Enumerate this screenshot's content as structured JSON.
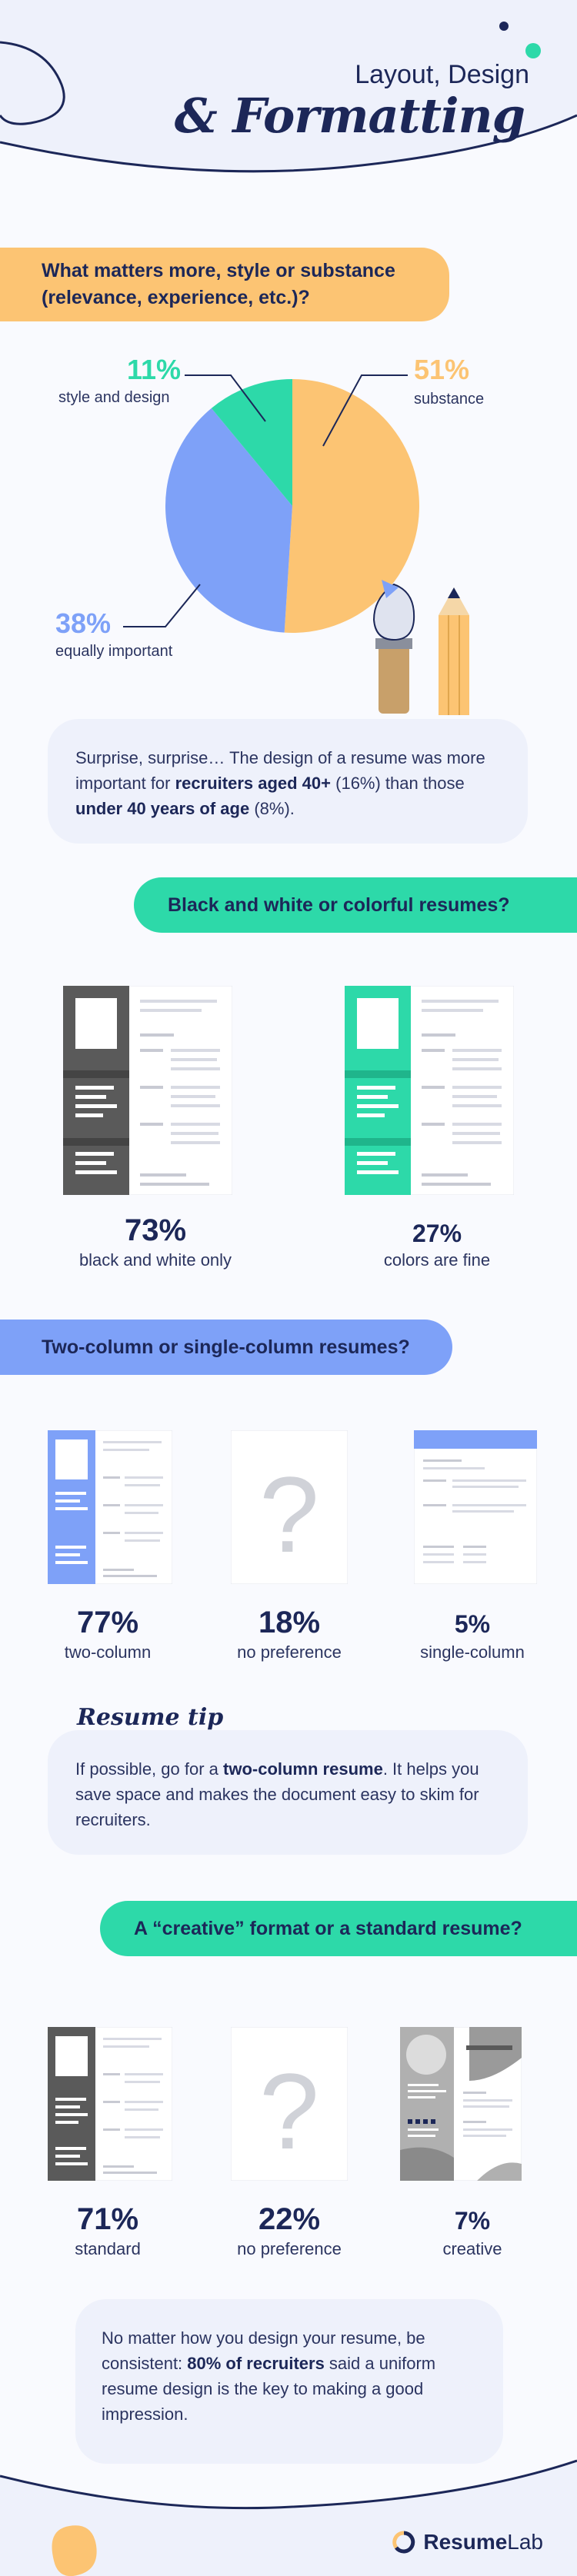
{
  "header": {
    "title_line1": "Layout, Design",
    "title_line2": "& Formatting"
  },
  "colors": {
    "navy": "#1c2758",
    "orange": "#fcc473",
    "blue": "#7ea1f8",
    "teal": "#2dd9a9",
    "light": "#eef1fb",
    "gray": "#5a5a5a"
  },
  "q1": {
    "question": "What matters more, style or substance (relevance, experience, etc.)?",
    "slices": [
      {
        "label": "substance",
        "pct": "51%",
        "value": 51,
        "color": "#fcc473"
      },
      {
        "label": "equally important",
        "pct": "38%",
        "value": 38,
        "color": "#7ea1f8"
      },
      {
        "label": "style and design",
        "pct": "11%",
        "value": 11,
        "color": "#2dd9a9"
      }
    ],
    "note_pre": "Surprise, surprise… The design of a resume was more important for ",
    "note_b1": "recruiters aged 40+",
    "note_mid": " (16%) than those ",
    "note_b2": "under 40 years of age",
    "note_post": " (8%)."
  },
  "q2": {
    "question": "Black and white or colorful resumes?",
    "stat1": {
      "num": "73%",
      "label": "black and white only"
    },
    "stat2": {
      "num": "27%",
      "label": "colors are fine"
    }
  },
  "q3": {
    "question": "Two-column or single-column resumes?",
    "stat1": {
      "num": "77%",
      "label": "two-column"
    },
    "stat2": {
      "num": "18%",
      "label": "no preference"
    },
    "stat3": {
      "num": "5%",
      "label": "single-column"
    },
    "tip_title": "Resume tip",
    "tip_pre": "If possible, go for a ",
    "tip_b": "two-column resume",
    "tip_post": ". It helps you save space and makes the document easy to skim for recruiters."
  },
  "q4": {
    "question": "A “creative” format or a standard resume?",
    "stat1": {
      "num": "71%",
      "label": "standard"
    },
    "stat2": {
      "num": "22%",
      "label": "no preference"
    },
    "stat3": {
      "num": "7%",
      "label": "creative"
    },
    "note_pre": "No matter how you design your resume, be consistent: ",
    "note_b": "80% of recruiters",
    "note_post": " said a uniform resume design is the key to making a good impression."
  },
  "footer": {
    "brand_a": "Resume",
    "brand_b": "Lab"
  },
  "icons": {
    "question_mark": "?"
  }
}
